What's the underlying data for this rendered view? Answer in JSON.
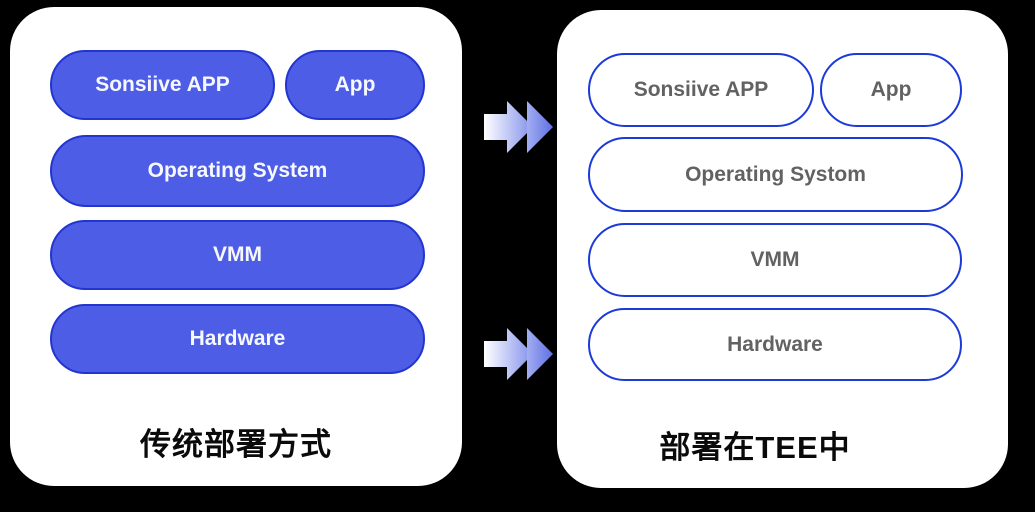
{
  "page": {
    "background": "#000000",
    "panel_background": "#ffffff"
  },
  "panels": {
    "traditional": {
      "caption": "传统部署方式",
      "row1": {
        "pill_a": "Sonsiive APP",
        "pill_b": "App"
      },
      "row2": "Operating System",
      "row3": "VMM",
      "row4": "Hardware",
      "style": {
        "pill_fill": "#4d5de6",
        "pill_border": "#2235cf",
        "pill_text": "#f6f8ff"
      }
    },
    "tee": {
      "caption": "部署在TEE中",
      "row1": {
        "pill_a": "Sonsiive APP",
        "pill_b": "App"
      },
      "row2": "Operating Systom",
      "row3": "VMM",
      "row4": "Hardware",
      "style": {
        "pill_fill": "#ffffff",
        "pill_border": "#1c3ad8",
        "pill_text": "#626262"
      }
    }
  },
  "arrows": {
    "type": "double-chevron-right",
    "gradient_start": "#ffffff",
    "gradient_end": "#5f6fe4"
  }
}
